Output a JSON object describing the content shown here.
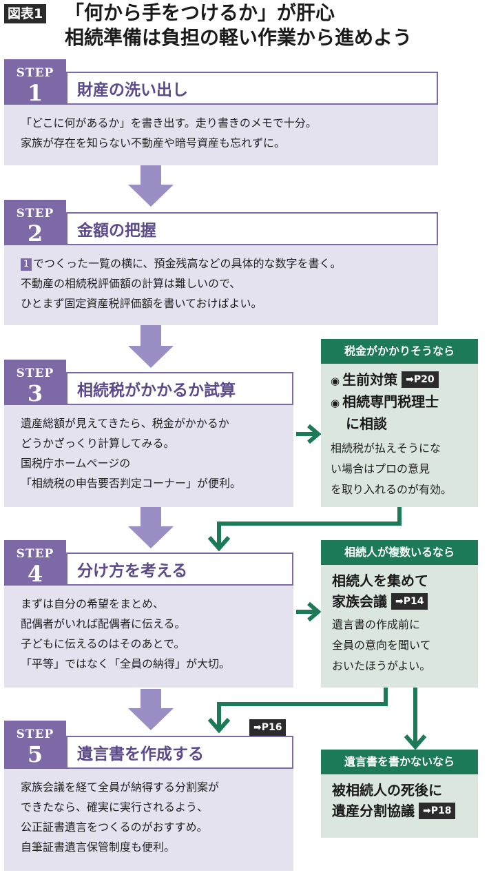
{
  "header": {
    "fig_label": "図表1",
    "title_line1": "「何から手をつけるか」が肝心",
    "title_line2": "相続準備は負担の軽い作業から進めよう"
  },
  "steps": [
    {
      "step_label": "STEP",
      "number": "1",
      "title": "財産の洗い出し",
      "lines": [
        "「どこに何があるか」を書き出す。走り書きのメモで十分。",
        "家族が存在を知らない不動産や暗号資産も忘れずに。"
      ]
    },
    {
      "step_label": "STEP",
      "number": "2",
      "title": "金額の把握",
      "badge": "1",
      "lines": [
        "でつくった一覧の横に、預金残高などの具体的な数字を書く。",
        "不動産の相続税評価額の計算は難しいので、",
        "ひとまず固定資産税評価額を書いておけばよい。"
      ]
    },
    {
      "step_label": "STEP",
      "number": "3",
      "title": "相続税がかかるか試算",
      "lines": [
        "遺産総額が見えてきたら、税金がかかるか",
        "どうかざっくり計算してみる。",
        "国税庁ホームページの",
        "「相続税の申告要否判定コーナー」が便利。"
      ]
    },
    {
      "step_label": "STEP",
      "number": "4",
      "title": "分け方を考える",
      "lines": [
        "まずは自分の希望をまとめ、",
        "配偶者がいれば配偶者に伝える。",
        "子どもに伝えるのはそのあとで。",
        "「平等」ではなく「全員の納得」が大切。"
      ]
    },
    {
      "step_label": "STEP",
      "number": "5",
      "title": "遺言書を作成する",
      "page_ref": "➡P16",
      "lines": [
        "家族会議を経て全員が納得する分割案が",
        "できたなら、確実に実行されるよう、",
        "公正証書遺言をつくるのがおすすめ。",
        "自筆証書遺言保管制度も便利。"
      ]
    }
  ],
  "side_boxes": {
    "tax": {
      "header": "税金がかかりそうなら",
      "bullet_icon": "◉",
      "item1": "生前対策",
      "item1_ref": "➡P20",
      "item2_line1": "相続専門税理士",
      "item2_line2": "に相談",
      "lines": [
        "相続税が払えそうにな",
        "い場合はプロの意見",
        "を取り入れるのが有効。"
      ]
    },
    "heirs": {
      "header": "相続人が複数いるなら",
      "title_line1": "相続人を集めて",
      "title_line2": "家族会議",
      "ref": "➡P14",
      "lines": [
        "遺言書の作成前に",
        "全員の意向を聞いて",
        "おいたほうがよい。"
      ]
    },
    "no_will": {
      "header": "遺言書を書かないなら",
      "title_line1": "被相続人の死後に",
      "title_line2": "遺産分割協議",
      "ref": "➡P18"
    }
  },
  "colors": {
    "step_purple": "#7d69a6",
    "step_body": "#e4e2ef",
    "arrow_purple": "#9b8ec4",
    "green": "#1d7a58",
    "side_body": "#dbe6df"
  }
}
